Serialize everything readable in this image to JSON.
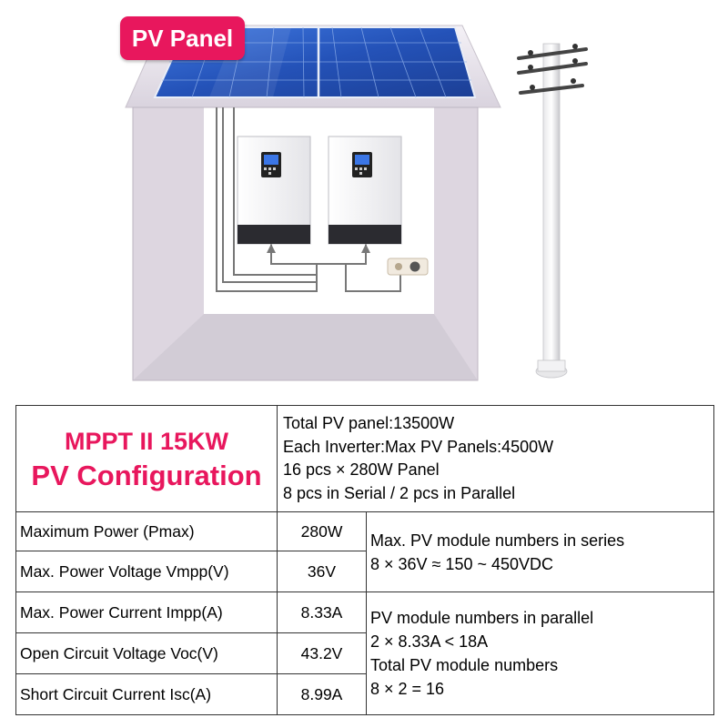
{
  "badge": {
    "label": "PV Panel"
  },
  "title": {
    "line1": "MPPT II 15KW",
    "line2": "PV Configuration"
  },
  "summary": [
    "Total PV panel:13500W",
    "Each Inverter:Max PV Panels:4500W",
    "16 pcs × 280W Panel",
    "8 pcs in Serial / 2 pcs in Parallel"
  ],
  "specs": [
    {
      "param": "Maximum Power (Pmax)",
      "value": "280W"
    },
    {
      "param": "Max. Power Voltage Vmpp(V)",
      "value": "36V"
    },
    {
      "param": "Max. Power Current Impp(A)",
      "value": "8.33A"
    },
    {
      "param": "Open Circuit Voltage Voc(V)",
      "value": "43.2V"
    },
    {
      "param": "Short Circuit Current Isc(A)",
      "value": "8.99A"
    }
  ],
  "notes": {
    "series": [
      "Max. PV module numbers in series",
      "8 × 36V ≈ 150 ~ 450VDC"
    ],
    "parallel": [
      "PV module numbers in parallel",
      "2 × 8.33A < 18A",
      "Total PV module numbers",
      "8 × 2 = 16"
    ]
  },
  "colors": {
    "accent": "#e8175d",
    "panel": "#2f5fc8",
    "room": "#ece6ee"
  }
}
